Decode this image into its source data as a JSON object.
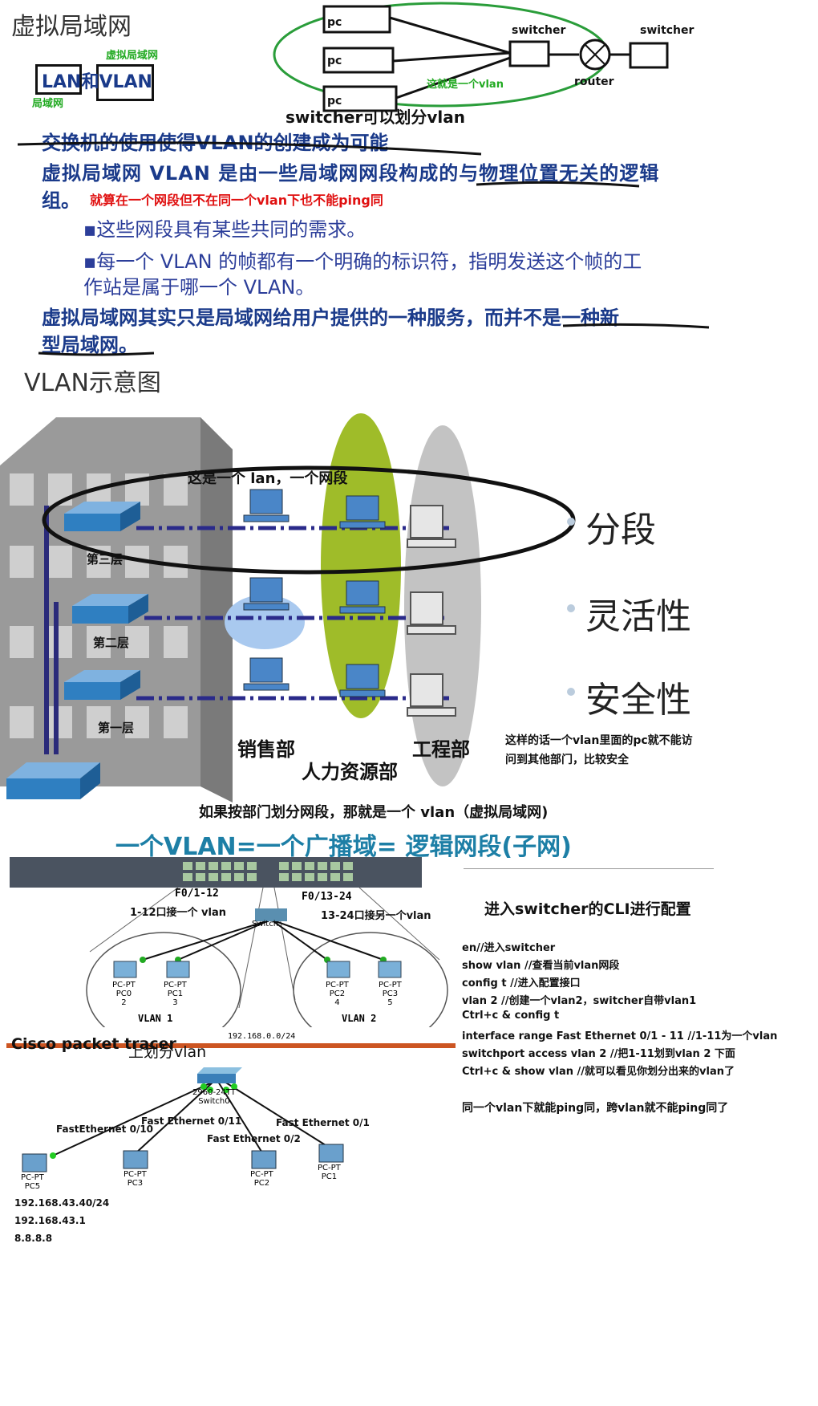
{
  "section1": {
    "title": "虚拟局域网",
    "lan_vlan": "LAN和VLAN",
    "lan_note": "局域网",
    "vlan_note": "虚拟局域网",
    "diagram": {
      "pc_labels": [
        "pc",
        "pc",
        "pc"
      ],
      "switcher_label": "switcher",
      "router_label": "router",
      "switcher2_label": "switcher",
      "vlan_note": "这就是一个vlan",
      "caption": "switcher可以划分vlan"
    },
    "line1": "交换机的使用使得VLAN的创建成为可能",
    "para1a": "虚拟局域网 VLAN 是由一些局域网网段构成的与物理位置无关的逻辑",
    "para1b": "组。",
    "red_note": "就算在一个网段但不在同一个vlan下也不能ping同",
    "bullet1": "▪这些网段具有某些共同的需求。",
    "bullet2a": "▪每一个 VLAN 的帧都有一个明确的标识符，指明发送这个帧的工",
    "bullet2b": "作站是属于哪一个 VLAN。",
    "para2a": "虚拟局域网其实只是局域网给用户提供的一种服务，而并不是一种新",
    "para2b": "型局域网。"
  },
  "section2": {
    "title": "VLAN示意图",
    "ellipse_note": "这是一个 lan，一个网段",
    "floors": [
      "第三层",
      "第二层",
      "第一层"
    ],
    "depts": [
      "销售部",
      "人力资源部",
      "工程部"
    ],
    "features": [
      "分段",
      "灵活性",
      "安全性"
    ],
    "security_note_a": "这样的话一个vlan里面的pc就不能访",
    "security_note_b": "问到其他部门，比较安全",
    "dept_caption": "如果按部门划分网段，那就是一个 vlan（虚拟局域网)"
  },
  "section3": {
    "heading": "一个VLAN=一个广播域= 逻辑网段(子网)",
    "port_left": "F0/1-12",
    "port_right": "F0/13-24",
    "note_left": "1-12口接一个 vlan",
    "note_right": "13-24口接另一个vlan",
    "switch_label": "Switch",
    "pcs": [
      {
        "name": "PC-PT",
        "id": "PC0",
        "num": "2"
      },
      {
        "name": "PC-PT",
        "id": "PC1",
        "num": "3"
      },
      {
        "name": "PC-PT",
        "id": "PC2",
        "num": "4"
      },
      {
        "name": "PC-PT",
        "id": "PC3",
        "num": "5"
      }
    ],
    "vlan1": "VLAN 1",
    "vlan2": "VLAN 2",
    "subnet": "192.168.0.0/24"
  },
  "cli": {
    "heading": "进入switcher的CLI进行配置",
    "lines": [
      "en//进入switcher",
      "show vlan //查看当前vlan网段",
      "config t //进入配置接口",
      "vlan 2 //创建一个vlan2，switcher自带vlan1",
      "Ctrl+c & config t",
      "interface range Fast Ethernet 0/1 - 11 //1-11为一个vlan",
      "switchport access vlan 2 //把1-11划到vlan 2 下面",
      "Ctrl+c & show vlan //就可以看见你划分出来的vlan了"
    ],
    "summary": "同一个vlan下就能ping同，跨vlan就不能ping同了"
  },
  "section4": {
    "title": "Cisco packet tracer",
    "title_note": "上划分vlan",
    "switch_model": "2960-24TT",
    "switch_name": "Switch0",
    "links": [
      "FastEthernet 0/10",
      "Fast Ethernet 0/11",
      "Fast Ethernet 0/2",
      "Fast Ethernet 0/1"
    ],
    "pcs": [
      {
        "name": "PC-PT",
        "id": "PC5"
      },
      {
        "name": "PC-PT",
        "id": "PC3"
      },
      {
        "name": "PC-PT",
        "id": "PC2"
      },
      {
        "name": "PC-PT",
        "id": "PC1"
      }
    ],
    "ip_lines": [
      "192.168.43.40/24",
      "192.168.43.1",
      "8.8.8.8"
    ]
  }
}
